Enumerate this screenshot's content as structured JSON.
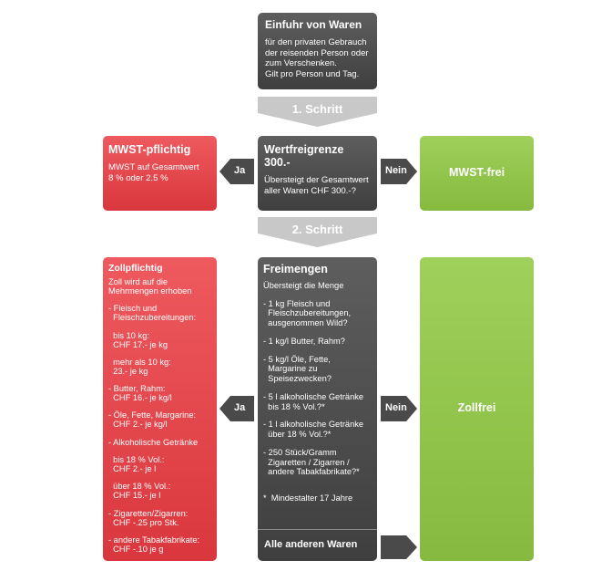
{
  "import": {
    "title": "Einfuhr von Waren",
    "lines": [
      "für den privaten Gebrauch",
      "der reisenden Person oder",
      "zum Verschenken.",
      "Gilt pro Person und Tag."
    ]
  },
  "step1": {
    "label": "1. Schritt"
  },
  "step2": {
    "label": "2. Schritt"
  },
  "mwst_pflichtig": {
    "title": "MWST-pflichtig",
    "lines": [
      "MWST auf Gesamtwert",
      "8 % oder 2.5 %"
    ]
  },
  "wertfreigrenze": {
    "title": "Wertfreigrenze 300.-",
    "lines": [
      "Übersteigt der Gesamtwert",
      "aller Waren CHF 300.-?"
    ]
  },
  "mwst_frei": {
    "title": "MWST-frei"
  },
  "ja1": "Ja",
  "nein1": "Nein",
  "ja2": "Ja",
  "nein2": "Nein",
  "zollpflichtig": {
    "title": "Zollpflichtig",
    "lines": [
      "Zoll wird auf die",
      "Mehrmengen erhoben",
      "",
      "- Fleisch und",
      "  Fleischzubereitungen:",
      "",
      "  bis 10 kg:",
      "  CHF 17.- je kg",
      "",
      "  mehr als 10 kg:",
      "  23.- je kg",
      "",
      "- Butter, Rahm:",
      "  CHF 16.- je kg/l",
      "",
      "- Öle, Fette, Margarine:",
      "  CHF 2.- je kg/l",
      "",
      "- Alkoholische Getränke",
      "",
      "  bis 18 % Vol.:",
      "  CHF 2.- je l",
      "",
      "  über 18 % Vol.:",
      "  CHF 15.- je l",
      "",
      "- Zigaretten/Zigarren:",
      "  CHF -.25 pro Stk.",
      "",
      "- andere Tabakfabrikate:",
      "  CHF -.10 je g"
    ]
  },
  "freimengen": {
    "title": "Freimengen",
    "lines": [
      "Übersteigt die Menge",
      "",
      "- 1 kg Fleisch und",
      "  Fleischzubereitungen,",
      "  ausgenommen Wild?",
      "",
      "- 1 kg/l Butter, Rahm?",
      "",
      "- 5 kg/l Öle, Fette,",
      "  Margarine zu",
      "  Speisezwecken?",
      "",
      "- 5 l alkoholische Getränke",
      "  bis 18 % Vol.?*",
      "",
      "- 1 l alkoholische Getränke",
      "  über 18 % Vol.?*",
      "",
      "- 250 Stück/Gramm",
      "  Zigaretten / Zigarren /",
      "  andere Tabakfabrikate?*",
      "",
      "",
      "*  Mindestalter 17 Jahre"
    ],
    "footer": "Alle anderen Waren"
  },
  "zollfrei": {
    "title": "Zollfrei"
  },
  "colors": {
    "dark": "#4a4a4a",
    "red": "#e04349",
    "green": "#8fc34b",
    "grey_arrow": "#c8c8c8"
  }
}
